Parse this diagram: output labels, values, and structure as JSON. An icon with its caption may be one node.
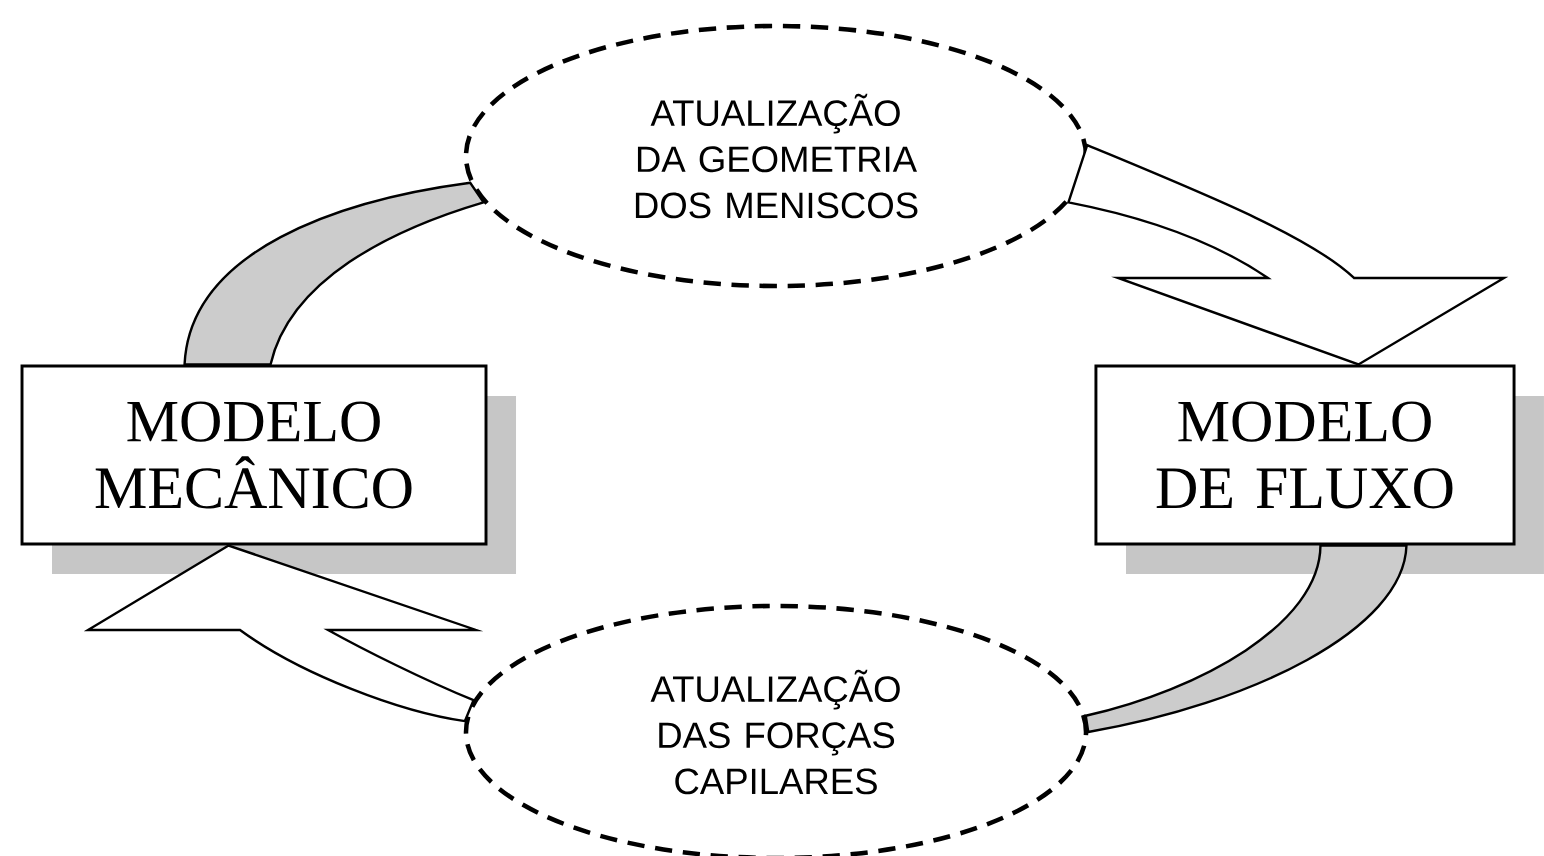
{
  "diagram": {
    "nodes": [
      {
        "text": [
          "ATUALIZAÇÃO DA GEOMETRIA DOS MENISCOS"
        ]
      },
      {
        "text": [
          "MODELO MECÂNICO"
        ]
      },
      {
        "text": [
          "MODELO DE FLUXO"
        ]
      },
      {
        "text": [
          "ATUALIZAÇÃO DAS FORÇAS CAPILARES"
        ]
      }
    ],
    "edges": [
      {
        "from": 1,
        "to": 0,
        "arrow": "none",
        "color": "#cccccc"
      },
      {
        "from": 0,
        "to": 2,
        "arrow": "to"
      },
      {
        "from": 2,
        "to": 3,
        "arrow": "none",
        "color": "#cccccc"
      },
      {
        "from": 3,
        "to": 1,
        "arrow": "to"
      }
    ]
  }
}
